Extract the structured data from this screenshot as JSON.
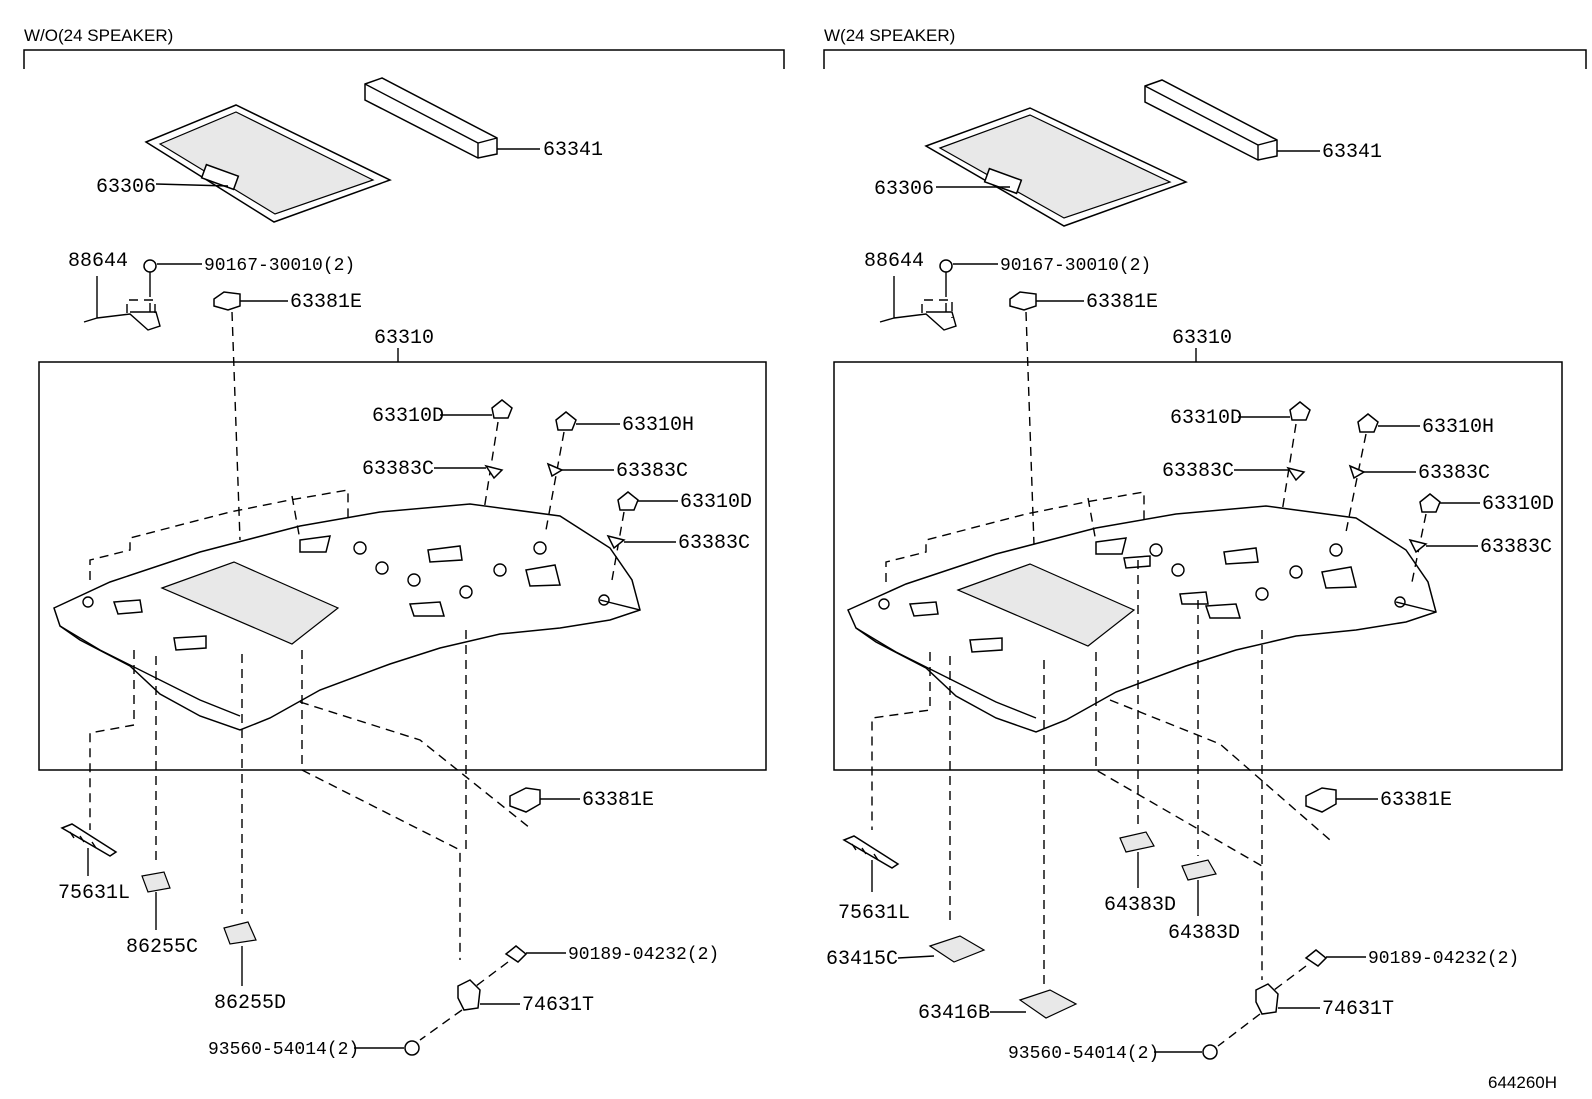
{
  "panels": [
    {
      "header": "W/O(24 SPEAKER)",
      "labels": {
        "sunshade": "63306",
        "rail_cover": "63341",
        "wire": "88644",
        "screw_top": "90167-30010(2)",
        "clip_top": "63381E",
        "headliner": "63310",
        "holder_d1": "63310D",
        "holder_h": "63310H",
        "clip_c1": "63383C",
        "clip_c2": "63383C",
        "holder_d2": "63310D",
        "clip_c3": "63383C",
        "clip_bottom": "63381E",
        "strip": "75631L",
        "mic_c": "86255C",
        "mic_d": "86255D",
        "nut": "90189-04232(2)",
        "handle": "74631T",
        "bolt": "93560-54014(2)"
      }
    },
    {
      "header": "W(24 SPEAKER)",
      "labels": {
        "sunshade": "63306",
        "rail_cover": "63341",
        "wire": "88644",
        "screw_top": "90167-30010(2)",
        "clip_top": "63381E",
        "headliner": "63310",
        "holder_d1": "63310D",
        "holder_h": "63310H",
        "clip_c1": "63383C",
        "clip_c2": "63383C",
        "holder_d2": "63310D",
        "clip_c3": "63383C",
        "clip_bottom": "63381E",
        "strip": "75631L",
        "speaker_d1": "64383D",
        "speaker_d2": "64383D",
        "lamp_c": "63415C",
        "lamp_b": "63416B",
        "nut": "90189-04232(2)",
        "handle": "74631T",
        "bolt": "93560-54014(2)"
      }
    }
  ],
  "caption": "644260H"
}
